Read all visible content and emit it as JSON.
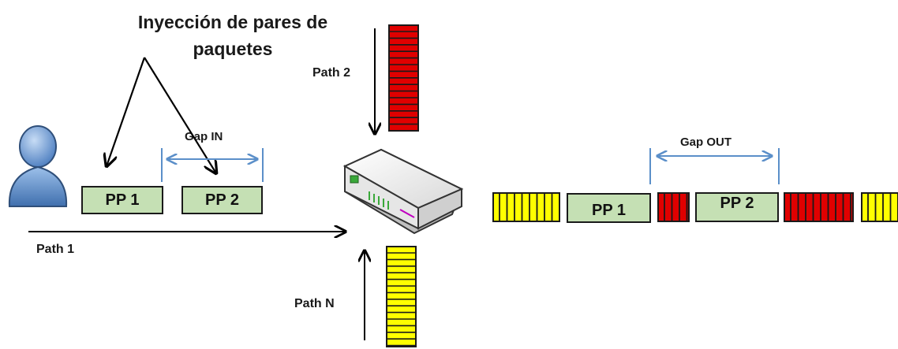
{
  "title": {
    "line1": "Inyección de pares de",
    "line2": "paquetes"
  },
  "paths": {
    "path1": "Path 1",
    "path2": "Path 2",
    "pathN": "Path N"
  },
  "gaps": {
    "in": "Gap IN",
    "out": "Gap OUT"
  },
  "packets": {
    "pp1": "PP 1",
    "pp2": "PP 2"
  },
  "colors": {
    "packet_fill": "#c5e0b4",
    "red_traffic": "#e00000",
    "yellow_traffic": "#ffff00",
    "gap_arrow": "#5b8fc9",
    "user_icon": "#5b86c2"
  }
}
